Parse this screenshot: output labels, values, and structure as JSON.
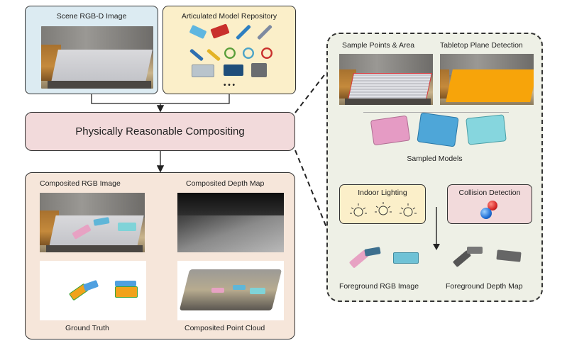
{
  "inputs": {
    "scene_title": "Scene RGB-D Image",
    "repo_title": "Articulated Model Repository",
    "repo_ellipsis": "• • •"
  },
  "compositing": {
    "label": "Physically Reasonable Compositing"
  },
  "outputs": {
    "rgb": "Composited  RGB Image",
    "depth": "Composited  Depth Map",
    "gt": "Ground Truth",
    "pc": "Composited  Point Cloud"
  },
  "detail": {
    "sample_points": "Sample Points & Area",
    "tabletop": "Tabletop Plane Detection",
    "sampled_models": "Sampled Models",
    "lighting": "Indoor Lighting",
    "collision": "Collision Detection",
    "fg_rgb": "Foreground   RGB Image",
    "fg_depth": "Foreground  Depth Map"
  },
  "colors": {
    "input_blue": "#dcebf2",
    "input_yellow": "#fbefc9",
    "compositing_pink": "#f2dadb",
    "output_peach": "#f6e6da",
    "panel_green": "#eef0e6",
    "lighting_yellow": "#fbefc9",
    "collision_pink": "#f2dadb",
    "tabletop_orange": "#f7a40a"
  }
}
